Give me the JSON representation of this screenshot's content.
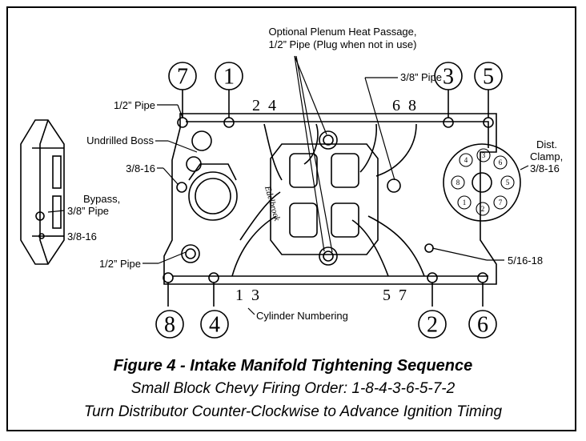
{
  "labels": {
    "plenum_line1": "Optional Plenum Heat Passage,",
    "plenum_line2": "1/2” Pipe (Plug when not in use)",
    "pipe_38_top": "3/8” Pipe",
    "pipe_12_top": "1/2” Pipe",
    "undrilled_boss": "Undrilled Boss",
    "thread_38_16_a": "3/8-16",
    "bypass_line1": "Bypass,",
    "bypass_line2": "3/8” Pipe",
    "thread_38_16_b": "3/8-16",
    "pipe_12_bottom": "1/2” Pipe",
    "dist_line1": "Dist.",
    "dist_line2": "Clamp,",
    "dist_line3": "3/8-16",
    "thread_516_18": "5/16-18",
    "cylinder_numbering": "Cylinder Numbering"
  },
  "sequence_top": [
    "7",
    "1",
    "3",
    "5"
  ],
  "sequence_bottom": [
    "8",
    "4",
    "2",
    "6"
  ],
  "cylinders_top_left": "2  4",
  "cylinders_top_right": "6  8",
  "cylinders_bottom_left": "1  3",
  "cylinders_bottom_right": "5  7",
  "distributor_cap_numbers": [
    "4",
    "3",
    "6",
    "8",
    "5",
    "1",
    "2",
    "7"
  ],
  "runner_logo": "Edelbrock",
  "caption": {
    "title": "Figure 4 - Intake Manifold Tightening Sequence",
    "line1": "Small Block Chevy Firing Order:  1-8-4-3-6-5-7-2",
    "line2": "Turn Distributor Counter-Clockwise to Advance Ignition Timing"
  }
}
